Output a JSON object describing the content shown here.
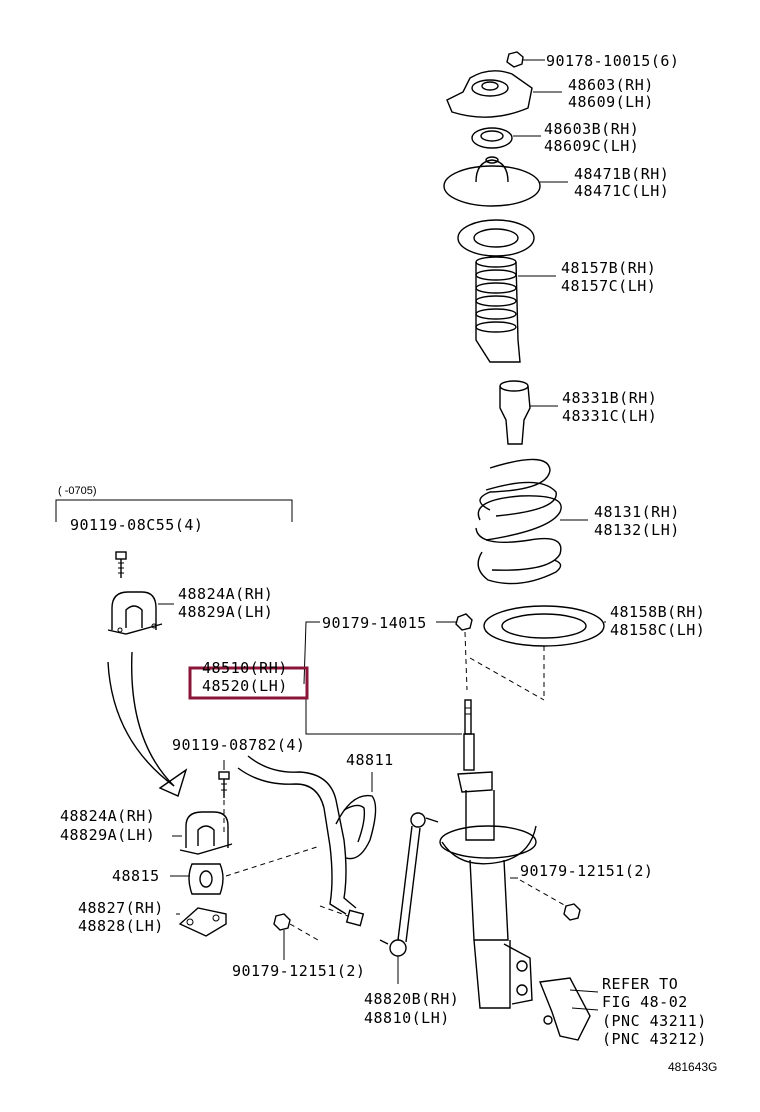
{
  "labels": {
    "nut_top": "90178-10015(6)",
    "support_rh": "48603(RH)",
    "support_lh": "48609(LH)",
    "bearing_rh": "48603B(RH)",
    "bearing_lh": "48609C(LH)",
    "seat_upper_rh": "48471B(RH)",
    "seat_upper_lh": "48471C(LH)",
    "boot_rh": "48157B(RH)",
    "boot_lh": "48157C(LH)",
    "bumper_rh": "48331B(RH)",
    "bumper_lh": "48331C(LH)",
    "spring_rh": "48131(RH)",
    "spring_lh": "48132(LH)",
    "insulator_rh": "48158B(RH)",
    "insulator_lh": "48158C(LH)",
    "nut_strut": "90179-14015",
    "absorber_rh": "48510(RH)",
    "absorber_lh": "48520(LH)",
    "date_range": "(       -0705)",
    "bolt_a": "90119-08C55(4)",
    "bracket_a_rh": "48824A(RH)",
    "bracket_a_lh": "48829A(LH)",
    "bolt_b": "90119-08782(4)",
    "stabilizer_bar": "48811",
    "bracket_b_rh": "48824A(RH)",
    "bracket_b_lh": "48829A(LH)",
    "bushing": "48815",
    "bracket_c_rh": "48827(RH)",
    "bracket_c_lh": "48828(LH)",
    "nut_link_right": "90179-12151(2)",
    "nut_link_left": "90179-12151(2)",
    "link_rh": "48820B(RH)",
    "link_lh": "48810(LH)",
    "refer_1": "REFER TO",
    "refer_2": "FIG 48-02",
    "refer_3": "(PNC 43211)",
    "refer_4": "(PNC 43212)",
    "figure_id": "481643G"
  },
  "colors": {
    "highlight": "#8b1538",
    "ink": "#000000"
  }
}
